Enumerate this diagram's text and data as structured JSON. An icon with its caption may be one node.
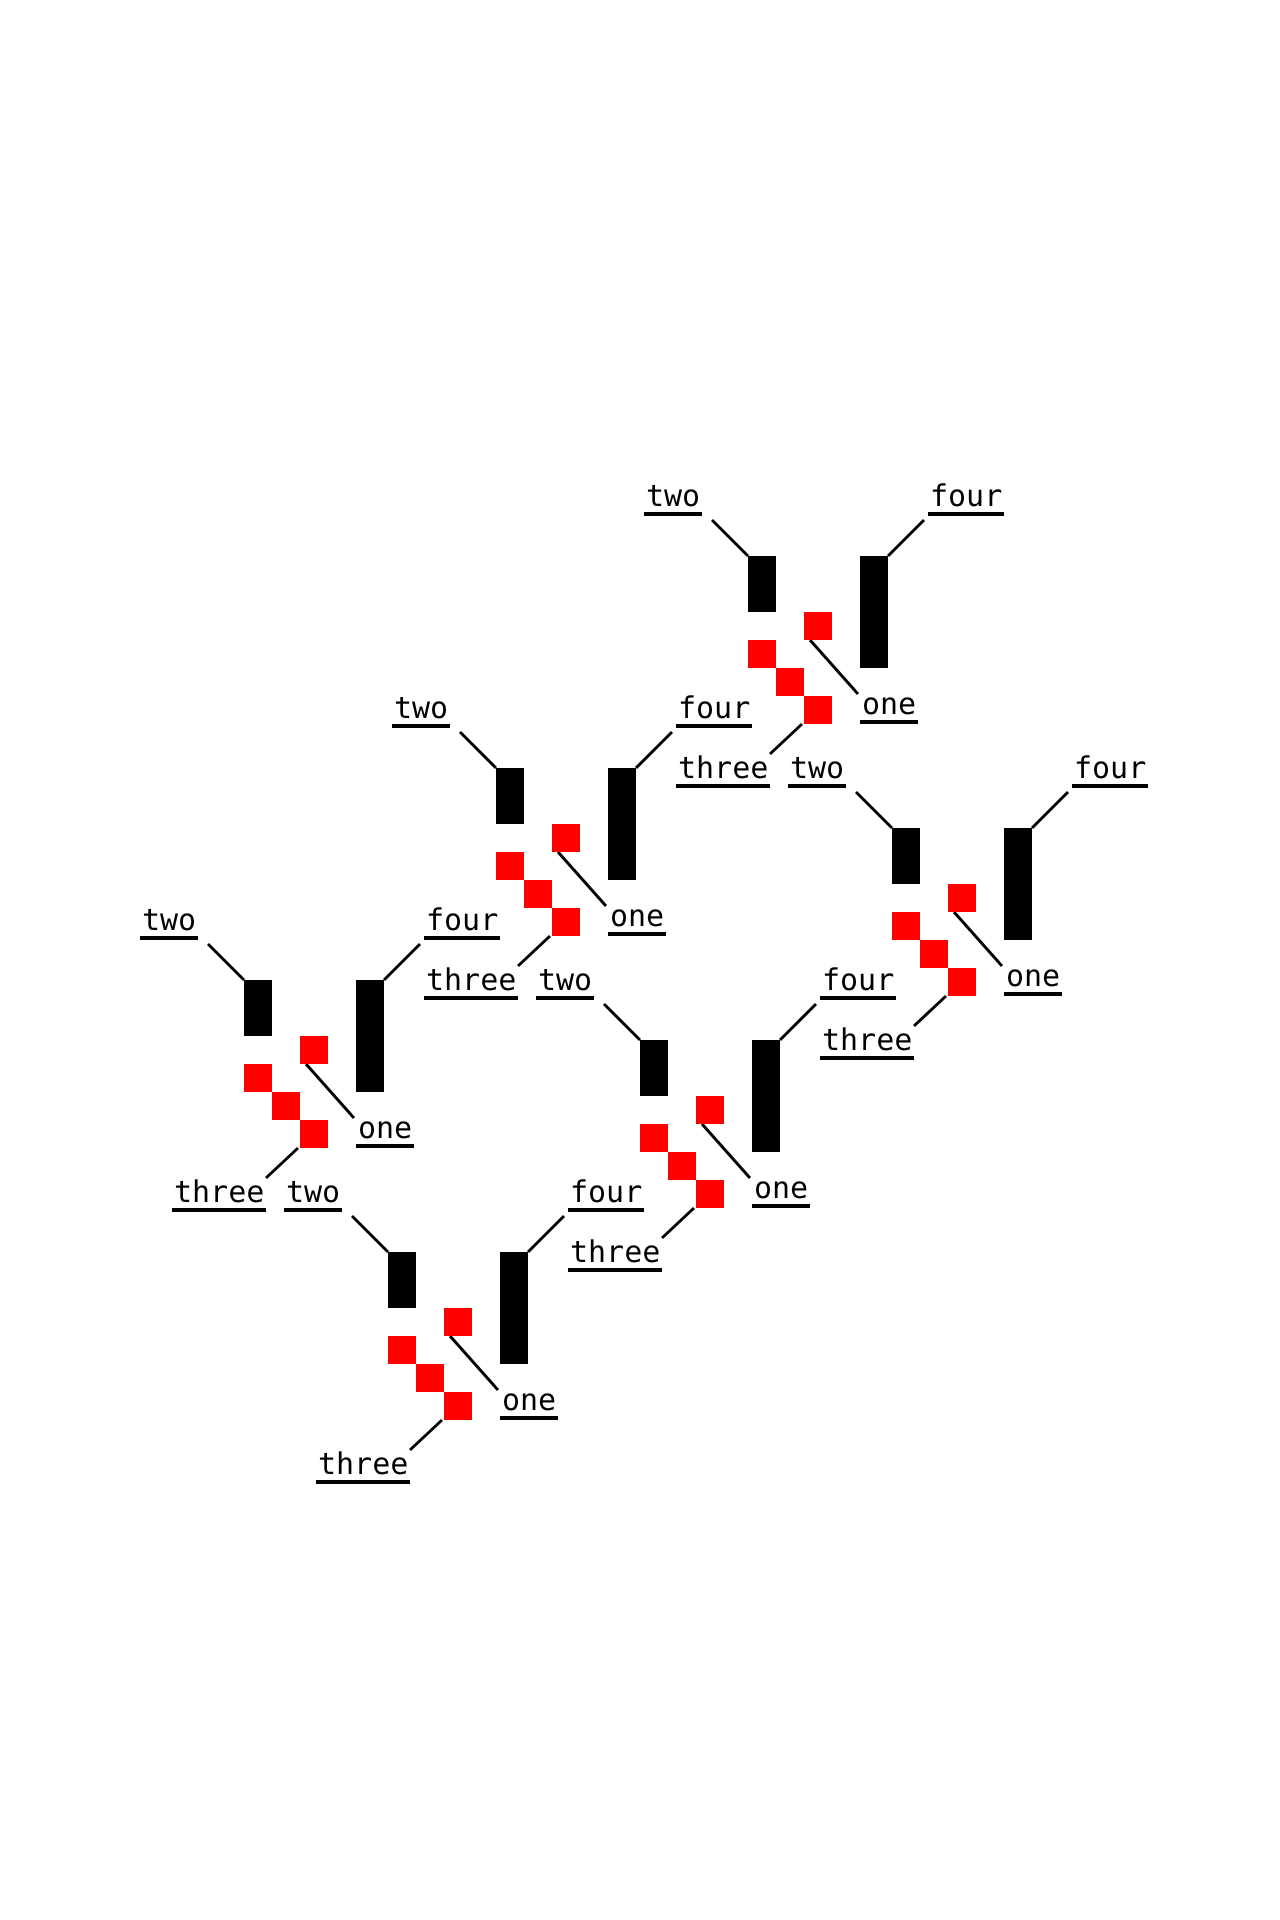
{
  "diagram": {
    "nodes": [
      {
        "text": [
          "two"
        ]
      },
      {
        "text": [
          "four"
        ]
      },
      {
        "text": [
          "one"
        ]
      },
      {
        "text": [
          "three"
        ]
      },
      {
        "text": [],
        "shape": "bar"
      },
      {
        "text": [],
        "shape": "bar"
      },
      {
        "text": [],
        "shape": "box"
      },
      {
        "text": [],
        "shape": "squares"
      },
      {
        "text": [
          "two"
        ]
      },
      {
        "text": [
          "four"
        ]
      },
      {
        "text": [
          "one"
        ]
      },
      {
        "text": [
          "three"
        ]
      },
      {
        "text": [],
        "shape": "bar"
      },
      {
        "text": [],
        "shape": "bar"
      },
      {
        "text": [],
        "shape": "box"
      },
      {
        "text": [],
        "shape": "squares"
      },
      {
        "text": [
          "two"
        ]
      },
      {
        "text": [
          "four"
        ]
      },
      {
        "text": [
          "one"
        ]
      },
      {
        "text": [
          "three"
        ]
      },
      {
        "text": [],
        "shape": "bar"
      },
      {
        "text": [],
        "shape": "bar"
      },
      {
        "text": [],
        "shape": "box"
      },
      {
        "text": [],
        "shape": "squares"
      },
      {
        "text": [
          "two"
        ]
      },
      {
        "text": [
          "four"
        ]
      },
      {
        "text": [
          "one"
        ]
      },
      {
        "text": [
          "three"
        ]
      },
      {
        "text": [],
        "shape": "bar"
      },
      {
        "text": [],
        "shape": "bar"
      },
      {
        "text": [],
        "shape": "box"
      },
      {
        "text": [],
        "shape": "squares"
      },
      {
        "text": [
          "two"
        ]
      },
      {
        "text": [
          "four"
        ]
      },
      {
        "text": [
          "one"
        ]
      },
      {
        "text": [
          "three"
        ]
      },
      {
        "text": [],
        "shape": "bar"
      },
      {
        "text": [],
        "shape": "bar"
      },
      {
        "text": [],
        "shape": "box"
      },
      {
        "text": [],
        "shape": "squares"
      },
      {
        "text": [
          "two"
        ]
      },
      {
        "text": [
          "four"
        ]
      },
      {
        "text": [
          "one"
        ]
      },
      {
        "text": [
          "three"
        ]
      },
      {
        "text": [],
        "shape": "bar"
      },
      {
        "text": [],
        "shape": "bar"
      },
      {
        "text": [],
        "shape": "box"
      },
      {
        "text": [],
        "shape": "squares"
      }
    ],
    "edges": [
      {
        "from": 0,
        "to": 4,
        "arrow": "none"
      },
      {
        "from": 1,
        "to": 5,
        "arrow": "none"
      },
      {
        "from": 2,
        "to": 6,
        "arrow": "none"
      },
      {
        "from": 3,
        "to": 7,
        "arrow": "none"
      },
      {
        "from": 8,
        "to": 12,
        "arrow": "none"
      },
      {
        "from": 9,
        "to": 13,
        "arrow": "none"
      },
      {
        "from": 10,
        "to": 14,
        "arrow": "none"
      },
      {
        "from": 11,
        "to": 15,
        "arrow": "none"
      },
      {
        "from": 16,
        "to": 20,
        "arrow": "none"
      },
      {
        "from": 17,
        "to": 21,
        "arrow": "none"
      },
      {
        "from": 18,
        "to": 22,
        "arrow": "none"
      },
      {
        "from": 19,
        "to": 23,
        "arrow": "none"
      },
      {
        "from": 24,
        "to": 28,
        "arrow": "none"
      },
      {
        "from": 25,
        "to": 29,
        "arrow": "none"
      },
      {
        "from": 26,
        "to": 30,
        "arrow": "none"
      },
      {
        "from": 27,
        "to": 31,
        "arrow": "none"
      },
      {
        "from": 32,
        "to": 36,
        "arrow": "none"
      },
      {
        "from": 33,
        "to": 37,
        "arrow": "none"
      },
      {
        "from": 34,
        "to": 38,
        "arrow": "none"
      },
      {
        "from": 35,
        "to": 39,
        "arrow": "none"
      },
      {
        "from": 40,
        "to": 44,
        "arrow": "none"
      },
      {
        "from": 41,
        "to": 45,
        "arrow": "none"
      },
      {
        "from": 42,
        "to": 46,
        "arrow": "none"
      },
      {
        "from": 43,
        "to": 47,
        "arrow": "none"
      }
    ]
  }
}
